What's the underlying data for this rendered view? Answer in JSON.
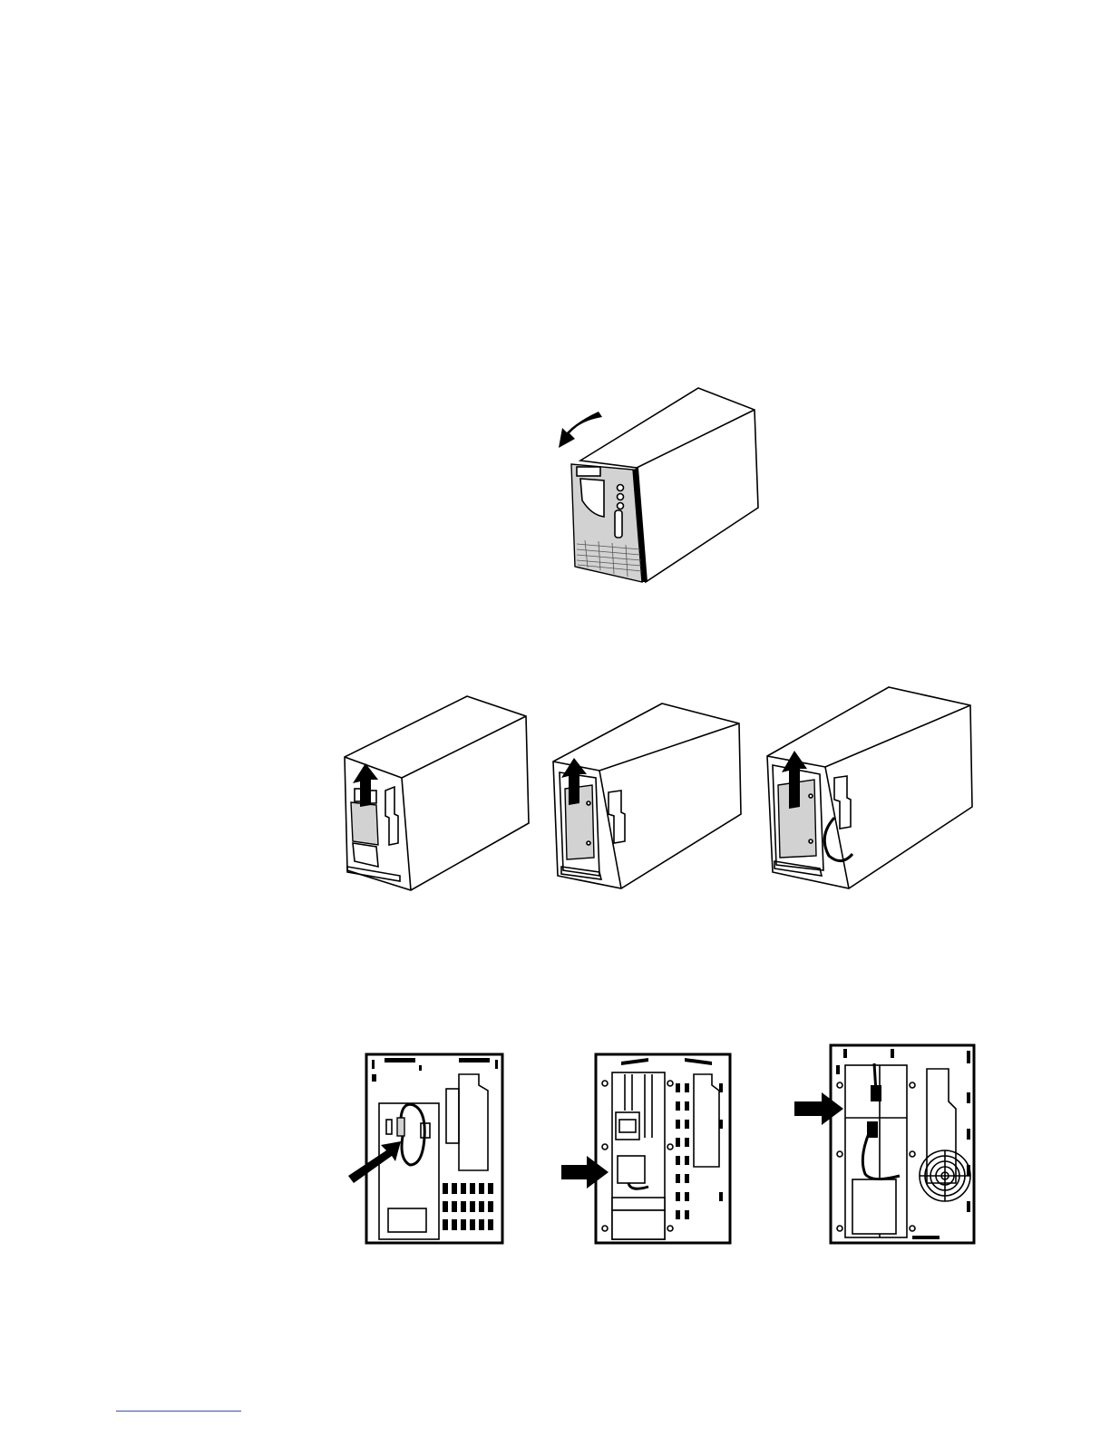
{
  "page": {
    "background": "#ffffff",
    "footer_rule_color": "#3a4fb0"
  },
  "figures": [
    {
      "id": "front-cover-removal",
      "icon": "curved-arrow-icon"
    },
    {
      "id": "battery-door-tower-1",
      "icon": "up-arrow-icon"
    },
    {
      "id": "battery-door-tower-2",
      "icon": "up-arrow-icon"
    },
    {
      "id": "battery-door-tower-3",
      "icon": "up-arrow-icon"
    },
    {
      "id": "battery-connector-panel-1",
      "icon": "pointer-arrow-icon"
    },
    {
      "id": "battery-connector-panel-2",
      "icon": "pointer-arrow-icon"
    },
    {
      "id": "battery-connector-panel-3",
      "icon": "pointer-arrow-icon"
    }
  ]
}
